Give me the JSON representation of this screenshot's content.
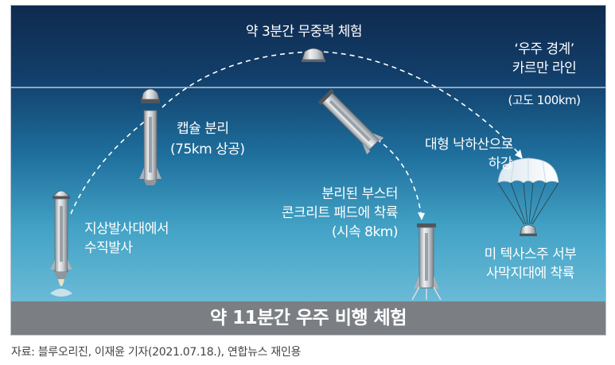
{
  "diagram": {
    "top_label": "약 3분간 무중력 체험",
    "karman_line": {
      "name": "‘우주 경계’",
      "name2": "카르만 라인",
      "altitude": "(고도 100km)"
    },
    "capsule_separation": {
      "line1": "캡슐 분리",
      "line2": "(75km 상공)"
    },
    "launch": {
      "line1": "지상발사대에서",
      "line2": "수직발사"
    },
    "booster_landing": {
      "line1": "분리된 부스터",
      "line2": "콘크리트 패드에 착륙",
      "line3": "(시속 8km)"
    },
    "parachute": {
      "line1": "대형 낙하산으로",
      "line2": "하강"
    },
    "capsule_landing": {
      "line1": "미 텍사스주 서부",
      "line2": "사막지대에 착륙"
    },
    "ground_title": "약 11분간 우주 비행 체험"
  },
  "source": "자료: 블루오리진, 이재윤 기자(2021.07.18.), 연합뉴스 재인용",
  "colors": {
    "sky_top": "#0f2a4e",
    "sky_bottom": "#7cc5de",
    "ground": "#7b7f84",
    "text": "#ffffff"
  }
}
